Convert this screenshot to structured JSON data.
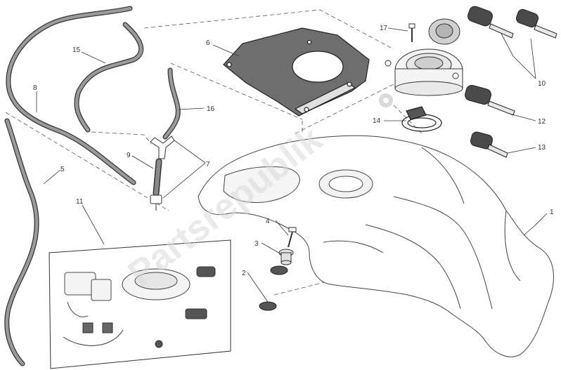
{
  "diagram": {
    "watermark": "Partsrepublik",
    "callouts": [
      {
        "id": "c1",
        "label": "1"
      },
      {
        "id": "c2",
        "label": "2"
      },
      {
        "id": "c3",
        "label": "3"
      },
      {
        "id": "c4",
        "label": "4"
      },
      {
        "id": "c5",
        "label": "5"
      },
      {
        "id": "c6",
        "label": "6"
      },
      {
        "id": "c7",
        "label": "7"
      },
      {
        "id": "c8",
        "label": "8"
      },
      {
        "id": "c9",
        "label": "9"
      },
      {
        "id": "c10",
        "label": "10"
      },
      {
        "id": "c11",
        "label": "11"
      },
      {
        "id": "c12",
        "label": "12"
      },
      {
        "id": "c13",
        "label": "13"
      },
      {
        "id": "c14",
        "label": "14"
      },
      {
        "id": "c15",
        "label": "15"
      },
      {
        "id": "c16",
        "label": "16"
      },
      {
        "id": "c17",
        "label": "17"
      }
    ]
  }
}
